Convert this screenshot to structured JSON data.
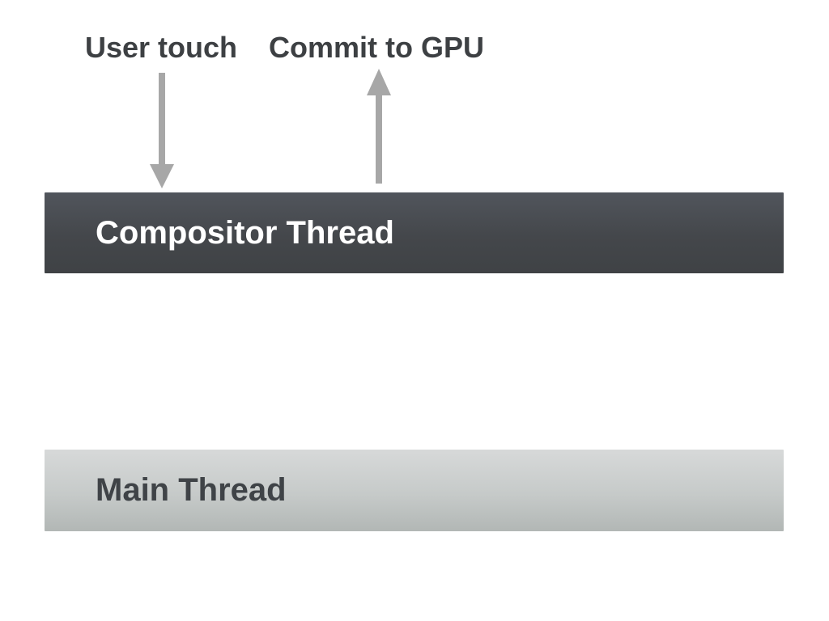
{
  "page": {
    "background_color": "#ffffff"
  },
  "annotations": {
    "user_touch": {
      "label": "User touch"
    },
    "commit_to_gpu": {
      "label": "Commit to GPU"
    }
  },
  "arrows": {
    "color": "#a7a7a7",
    "user_touch_direction": "down",
    "commit_to_gpu_direction": "up"
  },
  "threads": {
    "compositor": {
      "label": "Compositor Thread",
      "gradient_top": "#51555c",
      "gradient_bottom": "#3f4245",
      "text_color": "#ffffff"
    },
    "main": {
      "label": "Main Thread",
      "gradient_top": "#d7d9d9",
      "gradient_bottom": "#b2b7b5",
      "text_color": "#3f4347"
    }
  }
}
